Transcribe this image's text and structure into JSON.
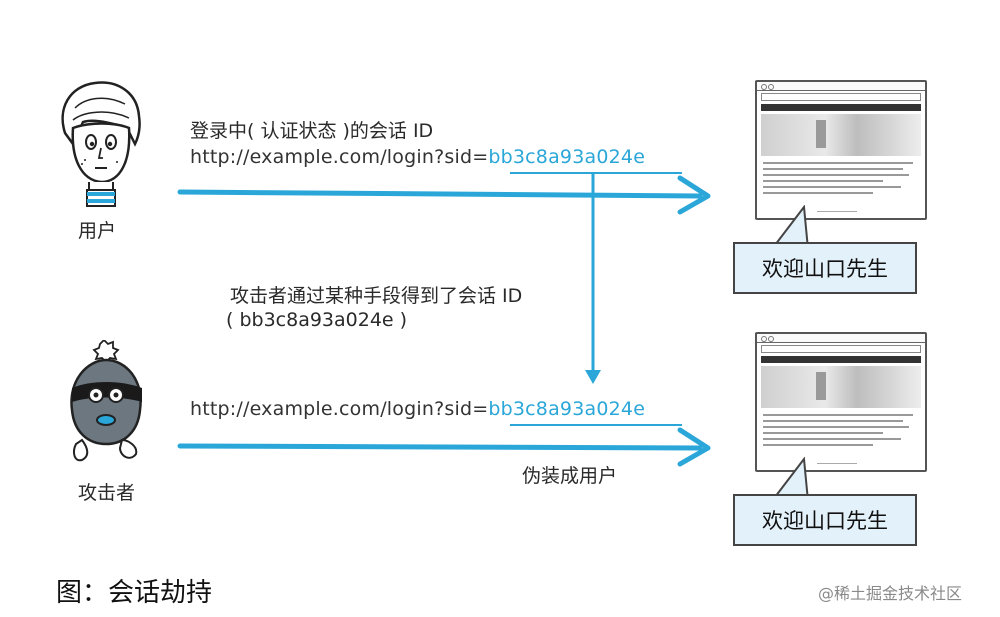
{
  "diagram": {
    "top_label": "登录中( 认证状态 )的会话 ID",
    "top_url_prefix": "http://example.com/login?sid=",
    "top_url_sid": "bb3c8a93a024e",
    "user_label": "用户",
    "attacker_note_line1": "攻击者通过某种手段得到了会话 ID",
    "attacker_note_line2": "( bb3c8a93a024e )",
    "bottom_url_prefix": "http://example.com/login?sid=",
    "bottom_url_sid": "bb3c8a93a024e",
    "attacker_label": "攻击者",
    "impersonate_label": "伪装成用户",
    "welcome_top": "欢迎山口先生",
    "welcome_bottom": "欢迎山口先生"
  },
  "caption": "图：会话劫持",
  "watermark": "@稀土掘金技术社区",
  "colors": {
    "accent_blue": "#2aa7d8",
    "callout_bg": "#e3f1fa"
  }
}
